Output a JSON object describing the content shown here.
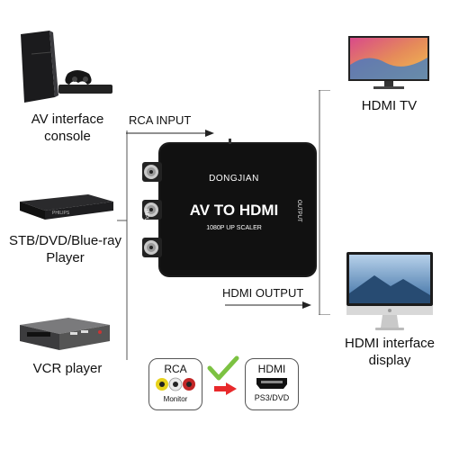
{
  "sources": [
    {
      "label_line1": "AV interface",
      "label_line2": "console",
      "icon": "game-console-icon"
    },
    {
      "label_line1": "STB/DVD/Blue-ray",
      "label_line2": "Player",
      "icon": "dvd-player-icon",
      "brand": "PHILIPS"
    },
    {
      "label_line1": "VCR player",
      "icon": "vcr-player-icon"
    }
  ],
  "arrows": {
    "input_label": "RCA INPUT",
    "output_label": "HDMI OUTPUT"
  },
  "converter": {
    "brand": "DONGJIAN",
    "title": "AV TO HDMI",
    "subtitle": "1080P UP SCALER",
    "input_side": "INPUT",
    "output_side": "OUTPUT"
  },
  "outputs": [
    {
      "label_line1": "HDMI TV",
      "icon": "tv-icon"
    },
    {
      "label_line1": "HDMI interface",
      "label_line2": "display",
      "icon": "monitor-icon"
    }
  ],
  "legend": {
    "rca_title": "RCA",
    "rca_caption": "Monitor",
    "hdmi_title": "HDMI",
    "hdmi_caption": "PS3/DVD",
    "check_color": "#7cc242",
    "arrow_color": "#e8292b"
  }
}
